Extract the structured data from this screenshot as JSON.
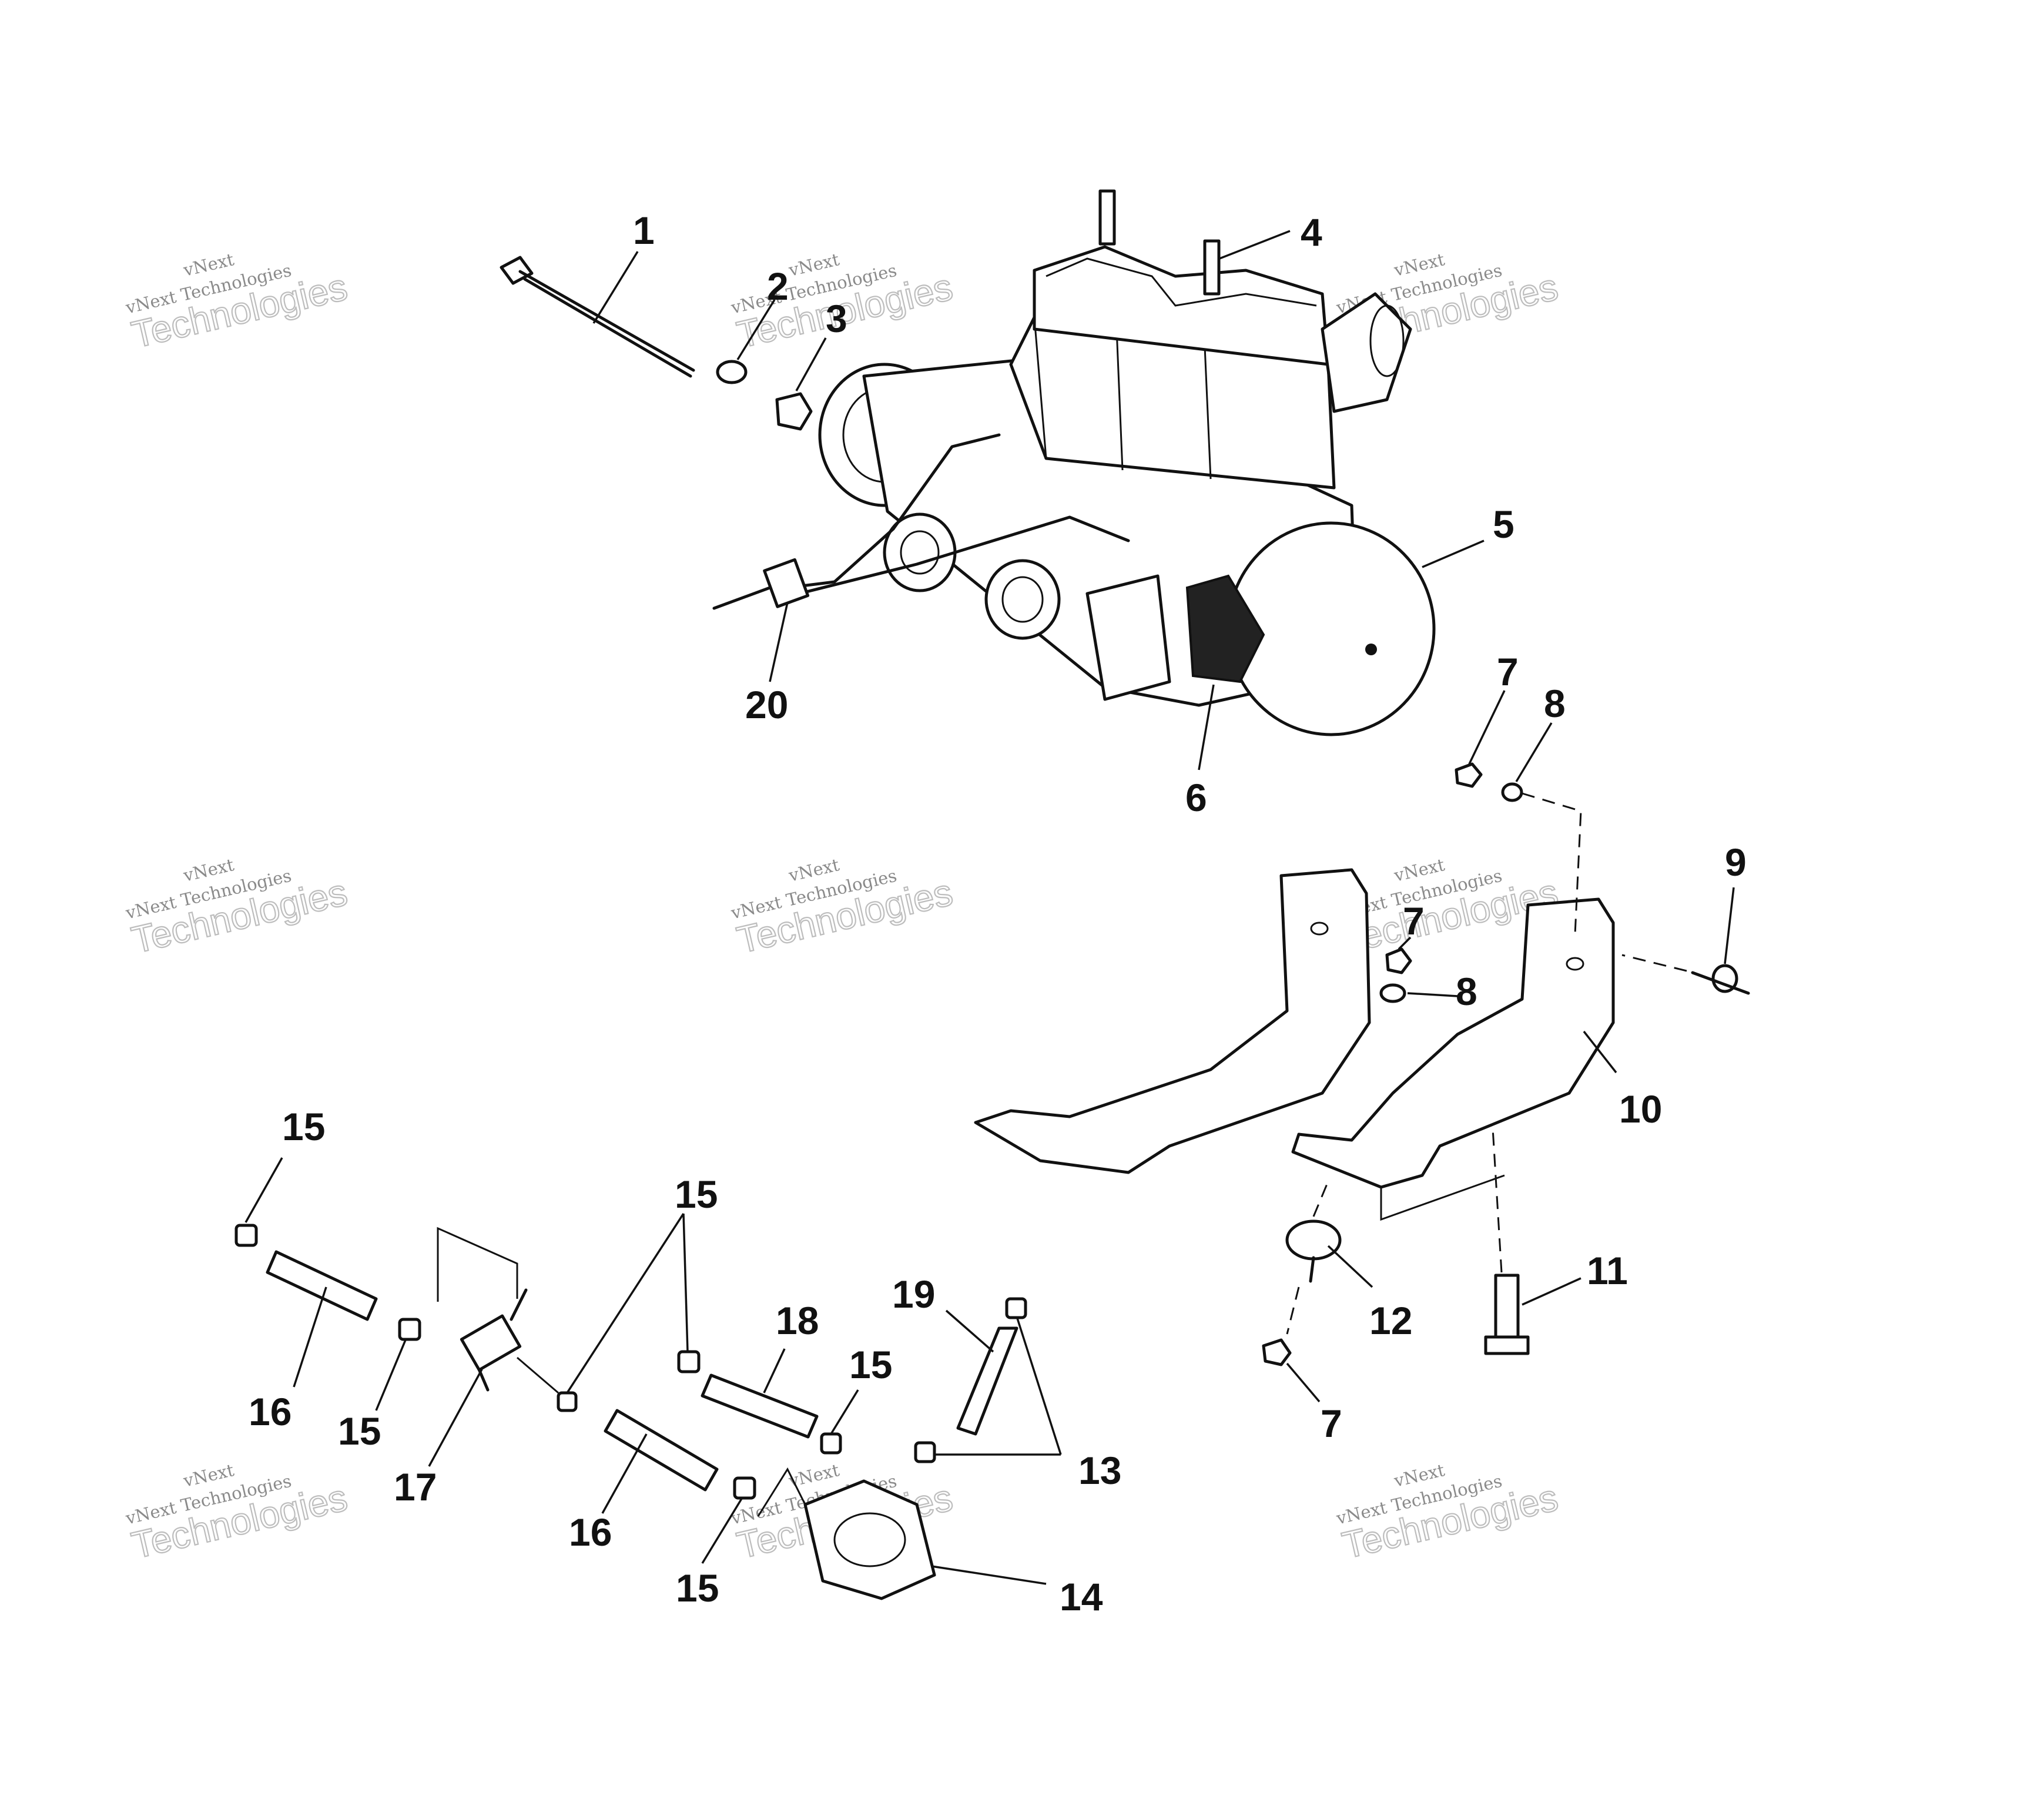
{
  "watermark": {
    "brand": "vNext",
    "line": "vNext Technologies",
    "big": "Technologies"
  },
  "callouts": [
    {
      "id": "1",
      "label": "1"
    },
    {
      "id": "2",
      "label": "2"
    },
    {
      "id": "3",
      "label": "3"
    },
    {
      "id": "4",
      "label": "4"
    },
    {
      "id": "5",
      "label": "5"
    },
    {
      "id": "6",
      "label": "6"
    },
    {
      "id": "7a",
      "label": "7"
    },
    {
      "id": "8a",
      "label": "8"
    },
    {
      "id": "9",
      "label": "9"
    },
    {
      "id": "7b",
      "label": "7"
    },
    {
      "id": "8b",
      "label": "8"
    },
    {
      "id": "10",
      "label": "10"
    },
    {
      "id": "11",
      "label": "11"
    },
    {
      "id": "12",
      "label": "12"
    },
    {
      "id": "7c",
      "label": "7"
    },
    {
      "id": "20",
      "label": "20"
    },
    {
      "id": "15a",
      "label": "15"
    },
    {
      "id": "16a",
      "label": "16"
    },
    {
      "id": "15b",
      "label": "15"
    },
    {
      "id": "17",
      "label": "17"
    },
    {
      "id": "15c",
      "label": "15"
    },
    {
      "id": "18",
      "label": "18"
    },
    {
      "id": "15d",
      "label": "15"
    },
    {
      "id": "19",
      "label": "19"
    },
    {
      "id": "13",
      "label": "13"
    },
    {
      "id": "16b",
      "label": "16"
    },
    {
      "id": "15e",
      "label": "15"
    },
    {
      "id": "14",
      "label": "14"
    }
  ]
}
